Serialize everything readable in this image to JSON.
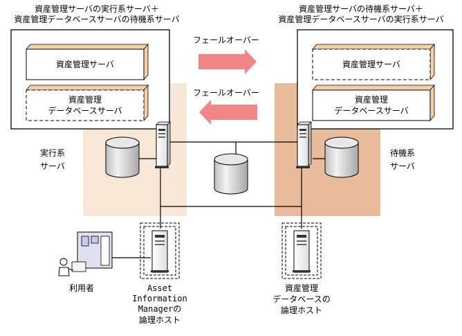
{
  "left_title": [
    "資産管理サーバの実行系サーバ＋",
    "資産管理データベースサーバの待機系サーバ"
  ],
  "right_title": [
    "資産管理サーバの待機系サーバ＋",
    "資産管理データベースサーバの実行系サーバ"
  ],
  "left_box": {
    "top_label": "資産管理サーバ",
    "bottom_label": [
      "資産管理",
      "データベースサーバ"
    ]
  },
  "right_box": {
    "top_label": "資産管理サーバ",
    "bottom_label": [
      "資産管理",
      "データベースサーバ"
    ]
  },
  "failover_top": "フェールオーバー",
  "failover_bottom": "フェールオーバー",
  "active_server": [
    "実行系",
    "サーバ"
  ],
  "standby_server": [
    "待機系",
    "サーバ"
  ],
  "user_label": "利用者",
  "aim_host": [
    "Asset",
    "Information",
    "Managerの",
    "論理ホスト"
  ],
  "db_host": [
    "資産管理",
    "データベースの",
    "論理ホスト"
  ],
  "colors": {
    "active_zone": "#f8e6d6",
    "standby_zone": "#e8bc9a",
    "arrow": "#f28585",
    "box_shadow": "#f5cfa5",
    "disk_fill": "#d4d4d4",
    "pc_screen": "#c8c8f0"
  }
}
